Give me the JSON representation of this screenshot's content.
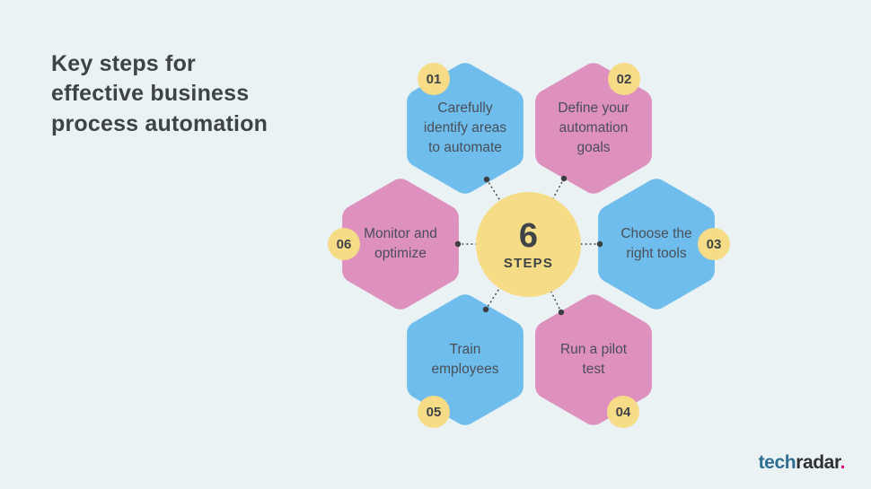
{
  "header": {
    "title": "Key steps for effective business process automation",
    "title_lines": [
      "Key steps for",
      "effective business",
      "process automation"
    ]
  },
  "center": {
    "value": "6",
    "label": "STEPS"
  },
  "steps": [
    {
      "number": "01",
      "label": "Carefully identify areas to automate",
      "lines": [
        "Carefully",
        "identify areas",
        "to automate"
      ],
      "color": "#6FBDEC"
    },
    {
      "number": "02",
      "label": "Define your automation goals",
      "lines": [
        "Define your",
        "automation",
        "goals"
      ],
      "color": "#DE90BE"
    },
    {
      "number": "03",
      "label": "Choose the right tools",
      "lines": [
        "Choose the",
        "right tools"
      ],
      "color": "#6FBDEC"
    },
    {
      "number": "04",
      "label": "Run a pilot test",
      "lines": [
        "Run a pilot",
        "test"
      ],
      "color": "#DE90BE"
    },
    {
      "number": "05",
      "label": "Train employees",
      "lines": [
        "Train",
        "employees"
      ],
      "color": "#6FBDEC"
    },
    {
      "number": "06",
      "label": "Monitor and optimize",
      "lines": [
        "Monitor and",
        "optimize"
      ],
      "color": "#DE90BE"
    }
  ],
  "colors": {
    "background": "#EAF2F4",
    "hex_blue": "#6FBDEC",
    "hex_pink": "#DE90BE",
    "accent_yellow": "#F6DC87",
    "text_dark": "#3E4347",
    "label_text": "#4A4E57",
    "connector": "#46474A"
  },
  "logo": {
    "tech": "tech",
    "radar": "radar",
    "dot": ".",
    "tech_color": "#2E6E91",
    "radar_color": "#2F3033",
    "dot_color": "#E5067E"
  }
}
